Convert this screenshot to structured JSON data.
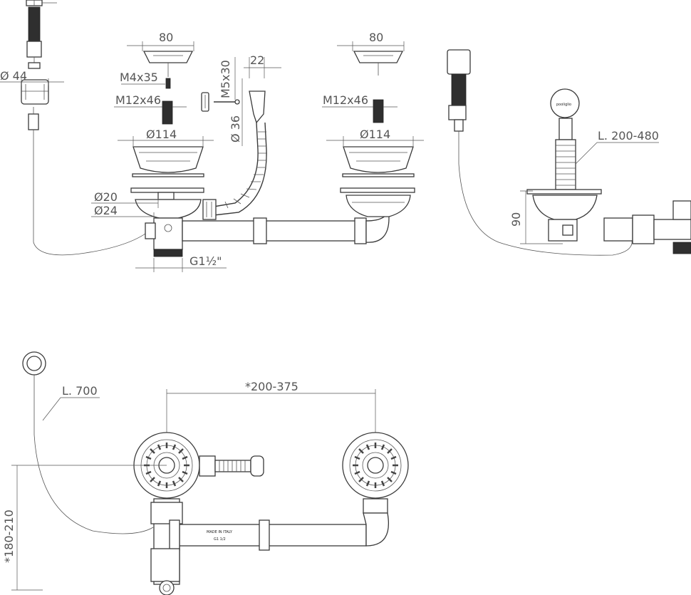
{
  "labels": {
    "d44": "Ø 44",
    "w80_left": "80",
    "m4x35": "M4x35",
    "m12x46_left": "M12x46",
    "d114_left": "Ø114",
    "m5x30": "M5x30",
    "w22": "22",
    "d36": "Ø 36",
    "w80_right": "80",
    "m12x46_right": "M12x46",
    "d114_right": "Ø114",
    "d20": "Ø20",
    "d24": "Ø24",
    "g1half": "G1½\"",
    "l200_480": "L. 200-480",
    "h90": "90",
    "l700": "L. 700",
    "w200_375": "*200-375",
    "h180_210": "*180-210"
  }
}
